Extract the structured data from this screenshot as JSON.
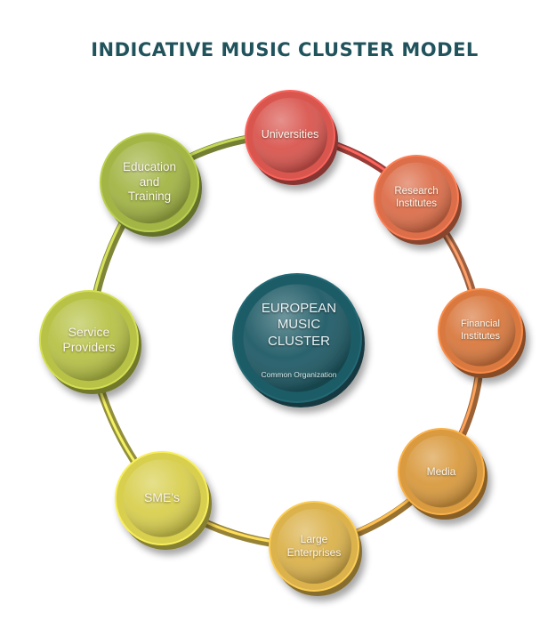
{
  "title": "INDICATIVE MUSIC CLUSTER MODEL",
  "center": {
    "label": "EUROPEAN\nMUSIC\nCLUSTER",
    "sublabel": "Common Organization",
    "color": "#1f5b66"
  },
  "nodes": [
    {
      "id": "universities",
      "label": "Universities",
      "color": "#d9564f"
    },
    {
      "id": "research-institutes",
      "label": "Research\nInstitutes",
      "color": "#dc6e4a"
    },
    {
      "id": "financial-institutes",
      "label": "Financial\nInstitutes",
      "color": "#d9793f"
    },
    {
      "id": "media",
      "label": "Media",
      "color": "#d99a3f"
    },
    {
      "id": "large-enterprises",
      "label": "Large\nEnterprises",
      "color": "#dbb24c"
    },
    {
      "id": "smes",
      "label": "SME's",
      "color": "#d8cf4f"
    },
    {
      "id": "service-providers",
      "label": "Service\nProviders",
      "color": "#b7c247"
    },
    {
      "id": "education-and-training",
      "label": "Education\nand\nTraining",
      "color": "#a2b545"
    }
  ],
  "ring_colors": [
    "#d9564f",
    "#e0885a",
    "#dc8a4c",
    "#d8a345",
    "#d7bb4c",
    "#cfcc55",
    "#b5bf4f",
    "#a6b64a"
  ]
}
